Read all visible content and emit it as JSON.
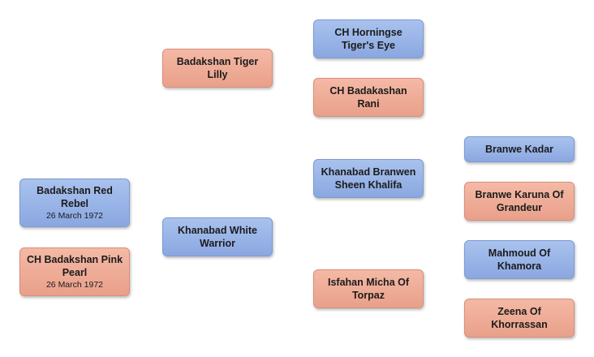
{
  "subjects": [
    {
      "name": "Badakshan Red Rebel",
      "date": "26 March 1972",
      "sex": "male"
    },
    {
      "name": "CH Badakshan Pink Pearl",
      "date": "26 March 1972",
      "sex": "female"
    }
  ],
  "parents": {
    "sire": {
      "name": "Khanabad White Warrior",
      "sex": "male"
    },
    "dam": {
      "name": "Badakshan Tiger Lilly",
      "sex": "female"
    }
  },
  "grandparents": {
    "dam_sire": {
      "name": "CH Horningse Tiger's Eye",
      "sex": "male"
    },
    "dam_dam": {
      "name": "CH Badakashan Rani",
      "sex": "female"
    },
    "sire_sire": {
      "name": "Khanabad Branwen Sheen Khalifa",
      "sex": "male"
    },
    "sire_dam": {
      "name": "Isfahan Micha Of Torpaz",
      "sex": "female"
    }
  },
  "great_grandparents": {
    "ss_sire": {
      "name": "Branwe Kadar",
      "sex": "male"
    },
    "ss_dam": {
      "name": "Branwe Karuna Of Grandeur",
      "sex": "female"
    },
    "sd_sire": {
      "name": "Mahmoud Of Khamora",
      "sex": "male"
    },
    "sd_dam": {
      "name": "Zeena Of Khorrassan",
      "sex": "female"
    }
  }
}
